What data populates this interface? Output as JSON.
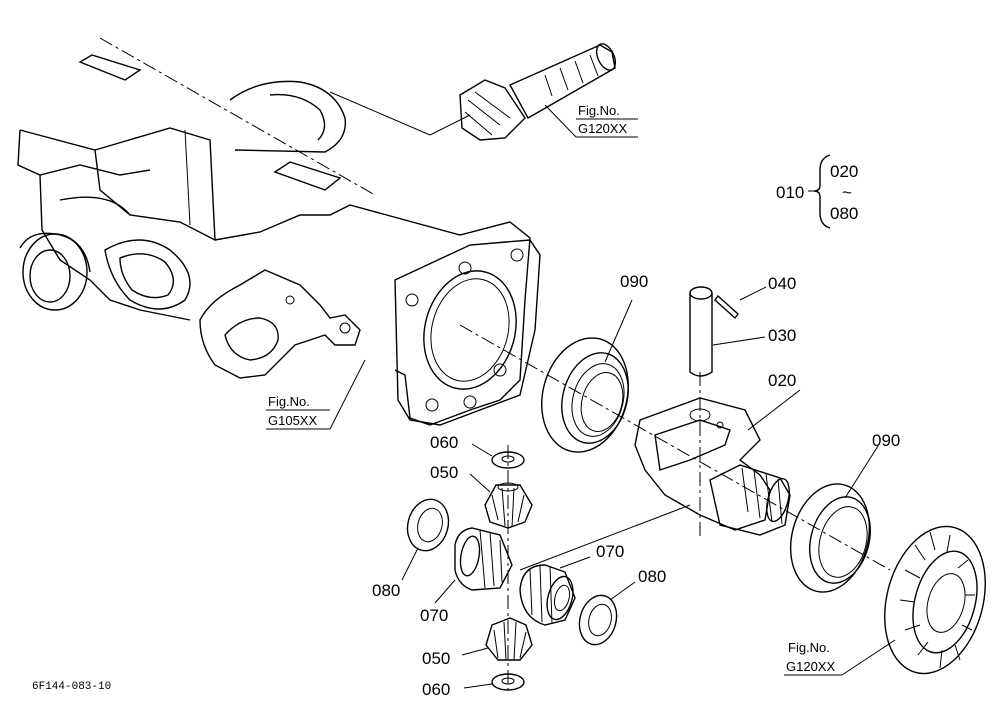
{
  "callouts": {
    "c010": "010",
    "c020_group": "020",
    "c080_group": "080",
    "c090_top": "090",
    "c040": "040",
    "c030": "030",
    "c020": "020",
    "c060_top": "060",
    "c050_top": "050",
    "c090_right": "090",
    "c070_right": "070",
    "c080_right": "080",
    "c080_left": "080",
    "c070_left": "070",
    "c050_bottom": "050",
    "c060_bottom": "060"
  },
  "range_symbol": "~",
  "fig_refs": {
    "top": {
      "label": "Fig.No.",
      "code": "G120XX"
    },
    "left": {
      "label": "Fig.No.",
      "code": "G105XX"
    },
    "bottom": {
      "label": "Fig.No.",
      "code": "G120XX"
    }
  },
  "drawing_code": "6F144-083-10"
}
